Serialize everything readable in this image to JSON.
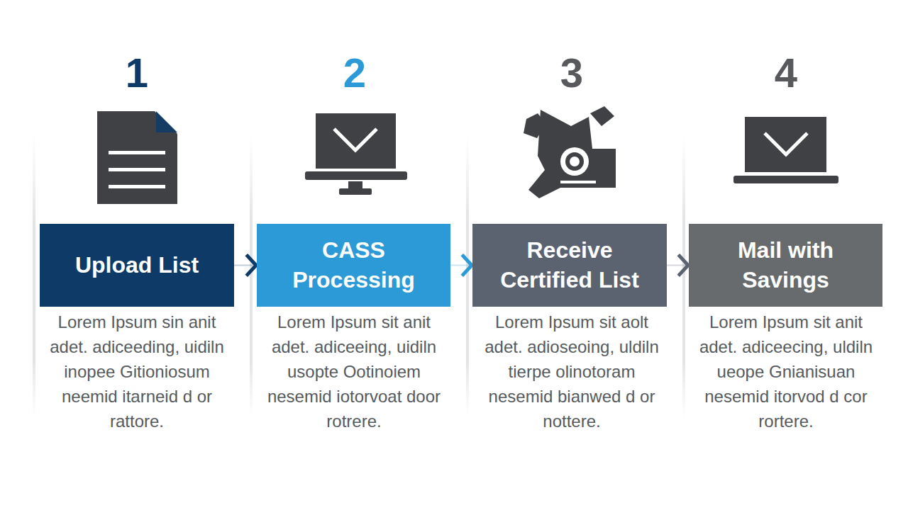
{
  "diagram": {
    "nodes": [
      {
        "text": [
          "Upload List"
        ]
      },
      {
        "text": [
          "CASS Processing"
        ]
      },
      {
        "text": [
          "Receive Certified List"
        ]
      },
      {
        "text": [
          "Mail with Savings"
        ]
      }
    ],
    "edges": [
      {
        "from": 0,
        "to": 1,
        "arrow": "to"
      },
      {
        "from": 1,
        "to": 2,
        "arrow": "to"
      },
      {
        "from": 2,
        "to": 3,
        "arrow": "to"
      }
    ],
    "labels": [
      "1",
      "2",
      "3",
      "4",
      "Lorem Ipsum sin anit adet. adiceeding, uidiln inopee Gitioniosum neemid itarneid d or rattore.",
      "Lorem Ipsum sit anit adet. adiceeing, uidiln usopte Ootinoiem nesemid iotorvoat door rotrere.",
      "Lorem Ipsum sit aolt adet. adioseoing, uldiln tierpe olinotoram nesemid bianwed d or nottere.",
      "Lorem Ipsum sit anit adet. adiceecing, uldiln ueope Gnianisuan nesemid itorvod d cor rortere."
    ]
  }
}
